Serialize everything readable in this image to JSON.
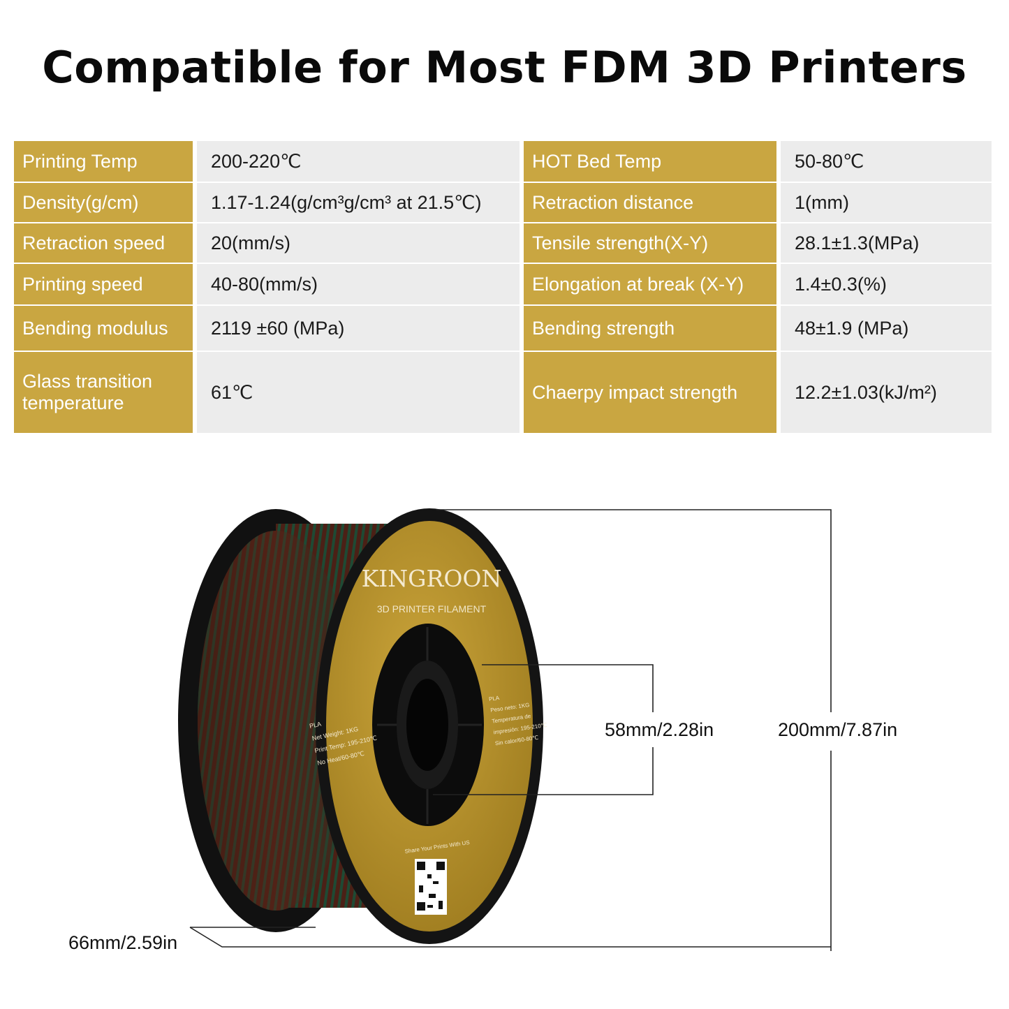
{
  "title": "Compatible for Most FDM 3D Printers",
  "specs": [
    {
      "label_left": "Printing Temp",
      "value_left": "200-220℃",
      "label_right": "HOT Bed Temp",
      "value_right": "50-80℃"
    },
    {
      "label_left": "Density(g/cm)",
      "value_left": "1.17-1.24(g/cm³g/cm³ at 21.5℃)",
      "label_right": "Retraction distance",
      "value_right": "1(mm)"
    },
    {
      "label_left": "Retraction speed",
      "value_left": "20(mm/s)",
      "label_right": "Tensile strength(X-Y)",
      "value_right": "28.1±1.3(MPa)"
    },
    {
      "label_left": "Printing speed",
      "value_left": "40-80(mm/s)",
      "label_right": "Elongation at break (X-Y)",
      "value_right": "1.4±0.3(%)"
    },
    {
      "label_left": "Bending modulus",
      "value_left": "2119 ±60 (MPa)",
      "label_right": "Bending strength",
      "value_right": "48±1.9 (MPa)"
    },
    {
      "label_left": "Glass transition temperature",
      "value_left": "61℃",
      "label_right": "Chaerpy impact strength",
      "value_right": "12.2±1.03(kJ/m²)"
    }
  ],
  "spool": {
    "brand": "KINGROON",
    "subtitle": "3D PRINTER FILAMENT",
    "label_left": [
      "PLA",
      "Net Weight: 1KG",
      "Print Temp: 195-210℃",
      "No Heat/60-80℃"
    ],
    "label_right": [
      "PLA",
      "Peso neto: 1KG",
      "Temperatura de",
      "impresión: 195-210℃",
      "Sin calor/60-80℃"
    ],
    "share_text": "Share Your Prints With US"
  },
  "dimensions": {
    "inner_diameter": "58mm/2.28in",
    "outer_diameter": "200mm/7.87in",
    "width": "66mm/2.59in"
  },
  "colors": {
    "label_gold": "#c9a641",
    "value_grey": "#ececec",
    "spool_gold": "#b8922a",
    "spool_black": "#141414"
  }
}
